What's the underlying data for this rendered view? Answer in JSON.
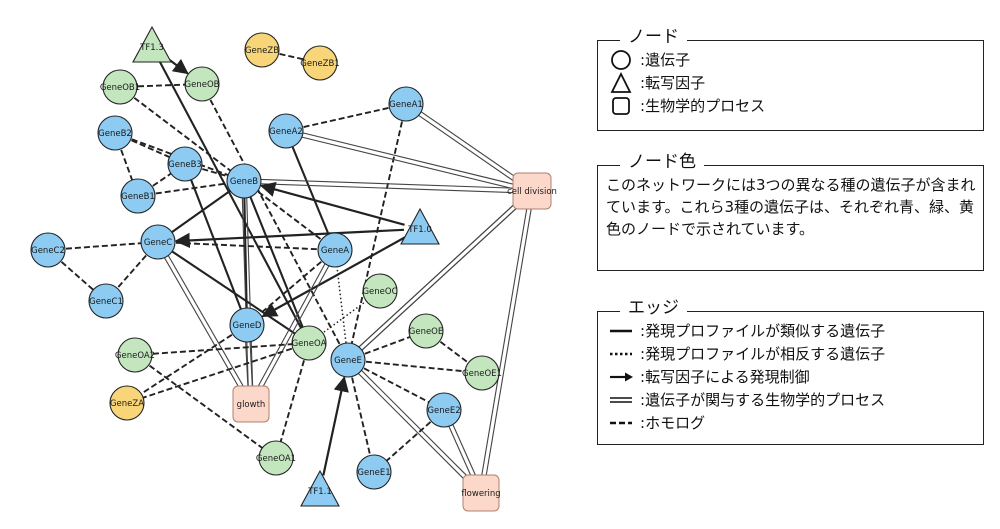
{
  "nodes": [
    {
      "id": "TF1.3",
      "shape": "triangle",
      "color": "green"
    },
    {
      "id": "GeneZB",
      "shape": "circle",
      "color": "yellow"
    },
    {
      "id": "GeneZB1",
      "shape": "circle",
      "color": "yellow"
    },
    {
      "id": "GeneOB1",
      "shape": "circle",
      "color": "green"
    },
    {
      "id": "GeneOB",
      "shape": "circle",
      "color": "green"
    },
    {
      "id": "GeneA1",
      "shape": "circle",
      "color": "blue"
    },
    {
      "id": "GeneA2",
      "shape": "circle",
      "color": "blue"
    },
    {
      "id": "GeneB2",
      "shape": "circle",
      "color": "blue"
    },
    {
      "id": "GeneB3",
      "shape": "circle",
      "color": "blue"
    },
    {
      "id": "GeneB",
      "shape": "circle",
      "color": "blue"
    },
    {
      "id": "GeneB1",
      "shape": "circle",
      "color": "blue"
    },
    {
      "id": "cell division",
      "shape": "square",
      "color": "pink"
    },
    {
      "id": "TF1.0",
      "shape": "triangle",
      "color": "blue"
    },
    {
      "id": "GeneC2",
      "shape": "circle",
      "color": "blue"
    },
    {
      "id": "GeneC",
      "shape": "circle",
      "color": "blue"
    },
    {
      "id": "GeneA",
      "shape": "circle",
      "color": "blue"
    },
    {
      "id": "GeneOC",
      "shape": "circle",
      "color": "green"
    },
    {
      "id": "GeneC1",
      "shape": "circle",
      "color": "blue"
    },
    {
      "id": "GeneD",
      "shape": "circle",
      "color": "blue"
    },
    {
      "id": "GeneOE",
      "shape": "circle",
      "color": "green"
    },
    {
      "id": "GeneOA",
      "shape": "circle",
      "color": "green"
    },
    {
      "id": "GeneOA2",
      "shape": "circle",
      "color": "green"
    },
    {
      "id": "GeneE",
      "shape": "circle",
      "color": "blue"
    },
    {
      "id": "GeneOE1",
      "shape": "circle",
      "color": "green"
    },
    {
      "id": "GeneZA",
      "shape": "circle",
      "color": "yellow"
    },
    {
      "id": "glowth",
      "shape": "square",
      "color": "pink"
    },
    {
      "id": "GeneE2",
      "shape": "circle",
      "color": "blue"
    },
    {
      "id": "GeneOA1",
      "shape": "circle",
      "color": "green"
    },
    {
      "id": "GeneE1",
      "shape": "circle",
      "color": "blue"
    },
    {
      "id": "TF1.1",
      "shape": "triangle",
      "color": "blue"
    },
    {
      "id": "flowering",
      "shape": "square",
      "color": "pink"
    }
  ],
  "edges": [
    {
      "from": "TF1.3",
      "to": "GeneOB",
      "type": "regulation"
    },
    {
      "from": "GeneZB",
      "to": "GeneZB1",
      "type": "homolog"
    },
    {
      "from": "GeneOB1",
      "to": "GeneOB",
      "type": "homolog"
    },
    {
      "from": "GeneOB1",
      "to": "GeneB",
      "type": "homolog"
    },
    {
      "from": "TF1.3",
      "to": "GeneOA",
      "type": "similar"
    },
    {
      "from": "GeneOB",
      "to": "GeneE",
      "type": "homolog"
    },
    {
      "from": "GeneA1",
      "to": "GeneE",
      "type": "homolog"
    },
    {
      "from": "GeneA1",
      "to": "cell division",
      "type": "process"
    },
    {
      "from": "GeneA2",
      "to": "GeneA1",
      "type": "homolog"
    },
    {
      "from": "GeneA2",
      "to": "GeneA",
      "type": "similar"
    },
    {
      "from": "GeneA2",
      "to": "cell division",
      "type": "process"
    },
    {
      "from": "GeneB2",
      "to": "GeneB1",
      "type": "homolog"
    },
    {
      "from": "GeneB2",
      "to": "GeneB",
      "type": "homolog"
    },
    {
      "from": "GeneB2",
      "to": "GeneB3",
      "type": "homolog"
    },
    {
      "from": "GeneB1",
      "to": "GeneB3",
      "type": "homolog"
    },
    {
      "from": "GeneB3",
      "to": "GeneB",
      "type": "homolog"
    },
    {
      "from": "GeneB1",
      "to": "GeneB",
      "type": "homolog"
    },
    {
      "from": "GeneB3",
      "to": "GeneD",
      "type": "similar"
    },
    {
      "from": "GeneB",
      "to": "cell division",
      "type": "process"
    },
    {
      "from": "GeneB",
      "to": "GeneC",
      "type": "similar"
    },
    {
      "from": "GeneB",
      "to": "GeneD",
      "type": "similar"
    },
    {
      "from": "GeneB",
      "to": "GeneOA",
      "type": "similar"
    },
    {
      "from": "GeneB",
      "to": "glowth",
      "type": "process"
    },
    {
      "from": "GeneB",
      "to": "GeneA",
      "type": "homolog"
    },
    {
      "from": "TF1.0",
      "to": "GeneB",
      "type": "regulation"
    },
    {
      "from": "TF1.0",
      "to": "GeneC",
      "type": "regulation"
    },
    {
      "from": "TF1.0",
      "to": "GeneD",
      "type": "regulation"
    },
    {
      "from": "GeneC2",
      "to": "GeneC",
      "type": "homolog"
    },
    {
      "from": "GeneC2",
      "to": "GeneC1",
      "type": "homolog"
    },
    {
      "from": "GeneC",
      "to": "GeneC1",
      "type": "homolog"
    },
    {
      "from": "GeneC",
      "to": "GeneA",
      "type": "homolog"
    },
    {
      "from": "GeneC",
      "to": "GeneOA",
      "type": "similar"
    },
    {
      "from": "GeneC",
      "to": "glowth",
      "type": "process"
    },
    {
      "from": "GeneA",
      "to": "GeneD",
      "type": "homolog"
    },
    {
      "from": "GeneA",
      "to": "GeneE",
      "type": "opposite"
    },
    {
      "from": "GeneA",
      "to": "glowth",
      "type": "process"
    },
    {
      "from": "GeneOC",
      "to": "GeneOA",
      "type": "opposite"
    },
    {
      "from": "GeneD",
      "to": "glowth",
      "type": "process"
    },
    {
      "from": "GeneD",
      "to": "GeneZA",
      "type": "homolog"
    },
    {
      "from": "GeneOA2",
      "to": "GeneOA",
      "type": "homolog"
    },
    {
      "from": "GeneOA2",
      "to": "GeneOA1",
      "type": "homolog"
    },
    {
      "from": "GeneOA",
      "to": "GeneOA1",
      "type": "homolog"
    },
    {
      "from": "GeneOA",
      "to": "GeneZA",
      "type": "homolog"
    },
    {
      "from": "GeneE",
      "to": "cell division",
      "type": "process"
    },
    {
      "from": "GeneE",
      "to": "GeneOE",
      "type": "homolog"
    },
    {
      "from": "GeneE",
      "to": "GeneOE1",
      "type": "homolog"
    },
    {
      "from": "GeneE",
      "to": "GeneE2",
      "type": "homolog"
    },
    {
      "from": "GeneE",
      "to": "GeneE1",
      "type": "homolog"
    },
    {
      "from": "GeneE",
      "to": "flowering",
      "type": "process"
    },
    {
      "from": "GeneOE",
      "to": "GeneOE1",
      "type": "homolog"
    },
    {
      "from": "GeneE2",
      "to": "GeneE1",
      "type": "homolog"
    },
    {
      "from": "GeneE2",
      "to": "flowering",
      "type": "process"
    },
    {
      "from": "TF1.1",
      "to": "GeneE",
      "type": "regulation"
    },
    {
      "from": "cell division",
      "to": "GeneE",
      "type": "process"
    },
    {
      "from": "cell division",
      "to": "flowering",
      "type": "process"
    }
  ],
  "colors": {
    "blue": "#8dcbf2",
    "green": "#c3e6bf",
    "yellow": "#f7d578",
    "pink": "#fcd8cb",
    "stroke": "#222222"
  },
  "legend": {
    "node": {
      "title": "ノード",
      "items": [
        {
          "symbol": "circle",
          "text": "遺伝子"
        },
        {
          "symbol": "triangle",
          "text": "転写因子"
        },
        {
          "symbol": "square",
          "text": "生物学的プロセス"
        }
      ]
    },
    "node_color": {
      "title": "ノード色",
      "text": "このネットワークには3つの異なる種の遺伝子が含まれています。これら3種の遺伝子は、それぞれ青、緑、黄色のノードで示されています。"
    },
    "edge": {
      "title": "エッジ",
      "items": [
        {
          "symbol": "solid",
          "text": "発現プロファイルが類似する遺伝子"
        },
        {
          "symbol": "dotted",
          "text": "発現プロファイルが相反する遺伝子"
        },
        {
          "symbol": "arrow",
          "text": "転写因子による発現制御"
        },
        {
          "symbol": "double",
          "text": "遺伝子が関与する生物学的プロセス"
        },
        {
          "symbol": "dashed",
          "text": "ホモログ"
        }
      ]
    },
    "colon": ":"
  }
}
